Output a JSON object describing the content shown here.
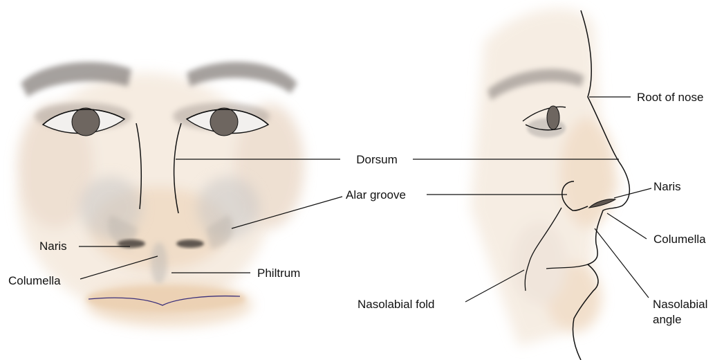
{
  "labels": {
    "root_of_nose": "Root of nose",
    "dorsum": "Dorsum",
    "alar_groove": "Alar groove",
    "naris_front": "Naris",
    "naris_side": "Naris",
    "columella_front": "Columella",
    "columella_side": "Columella",
    "philtrum": "Philtrum",
    "nasolabial_fold": "Nasolabial fold",
    "nasolabial_angle_line1": "Nasolabial",
    "nasolabial_angle_line2": "angle"
  },
  "colors": {
    "skin": "#efd9c2",
    "shadow": "#b9b2aa",
    "eye": "#6e6660",
    "line": "#111111",
    "lip_line": "#3a2f7a"
  }
}
